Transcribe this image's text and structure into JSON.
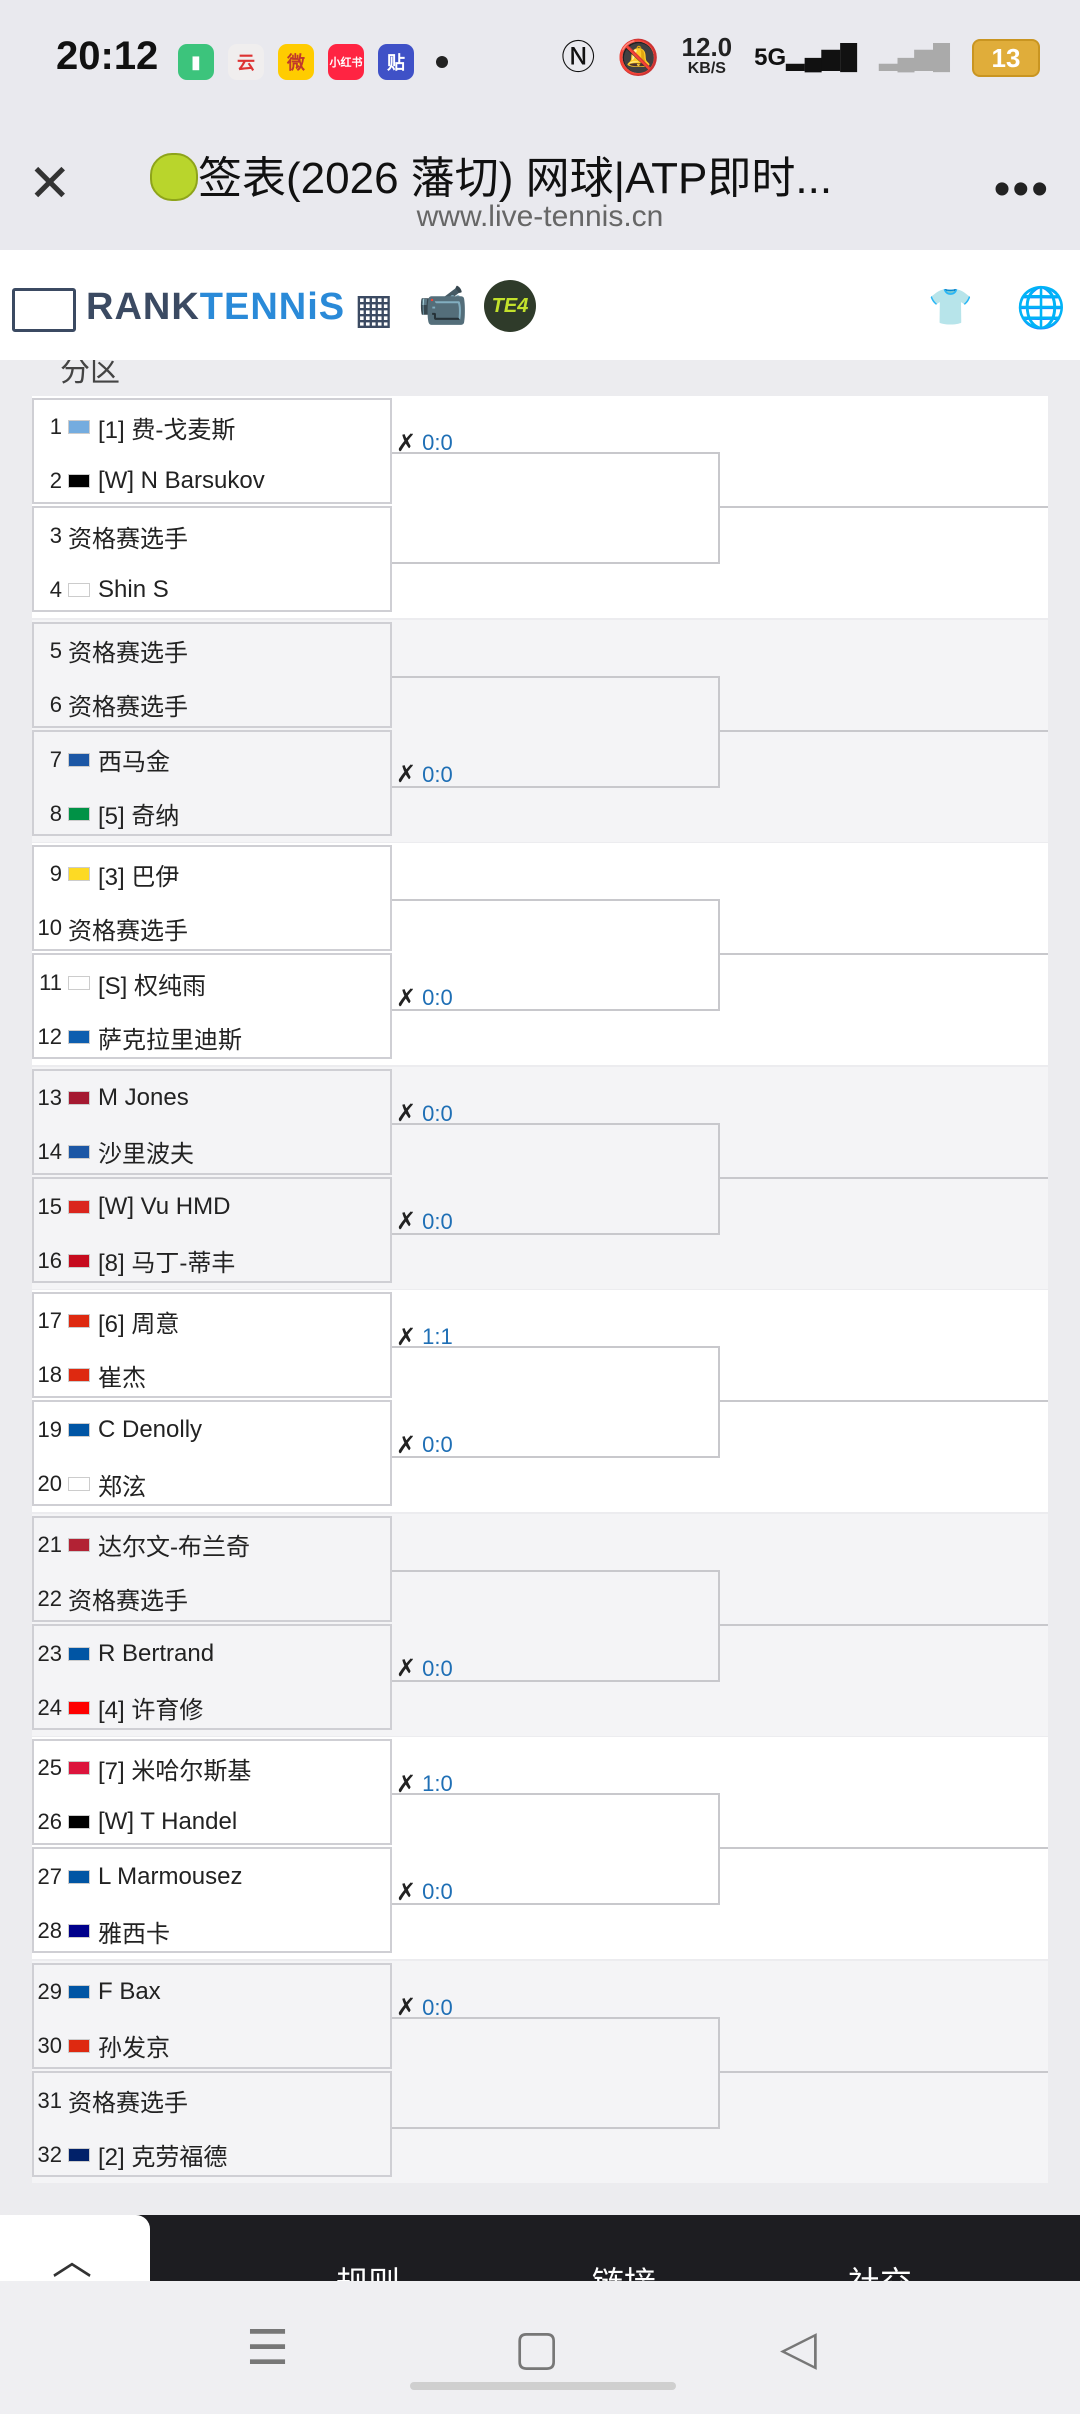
{
  "status_bar": {
    "time": "20:12",
    "net_speed_value": "12.0",
    "net_speed_unit": "KB/S",
    "network": "5G",
    "battery": "13",
    "app_icons": [
      {
        "name": "battery-app-icon",
        "label": "▮",
        "color": "#3cc47c"
      },
      {
        "name": "cloud-app-icon",
        "label": "云",
        "color": "#f0eeee"
      },
      {
        "name": "weibo-app-icon",
        "label": "微",
        "color": "#ffcc00"
      },
      {
        "name": "xiaohongshu-app-icon",
        "label": "小红书",
        "color": "#ff2442"
      },
      {
        "name": "tieba-app-icon",
        "label": "贴",
        "color": "#3f51c7"
      }
    ]
  },
  "browser": {
    "title": "签表(2026 藩切) 网球|ATP即时...",
    "url": "www.live-tennis.cn",
    "close_icon": "close-icon",
    "more_icon": "more-icon"
  },
  "site_nav": {
    "logo_main": "RANKTENNIS",
    "logo_prefix": "RANK",
    "logo_suffix": "TENNiS",
    "te4_label": "TE4"
  },
  "draw": {
    "section_label": "分区",
    "players": [
      {
        "num": "1",
        "flag": "ARG",
        "name": "[1] 费-戈麦斯"
      },
      {
        "num": "2",
        "flag": "GER",
        "name": "[W] N Barsukov"
      },
      {
        "num": "3",
        "flag": "",
        "name": "资格赛选手"
      },
      {
        "num": "4",
        "flag": "KOR",
        "name": "Shin S"
      },
      {
        "num": "5",
        "flag": "",
        "name": "资格赛选手"
      },
      {
        "num": "6",
        "flag": "",
        "name": "资格赛选手"
      },
      {
        "num": "7",
        "flag": "RUS",
        "name": "西马金"
      },
      {
        "num": "8",
        "flag": "ITA",
        "name": "[5] 奇纳"
      },
      {
        "num": "9",
        "flag": "BEL",
        "name": "[3] 巴伊"
      },
      {
        "num": "10",
        "flag": "",
        "name": "资格赛选手"
      },
      {
        "num": "11",
        "flag": "KOR",
        "name": "[S] 权纯雨"
      },
      {
        "num": "12",
        "flag": "GRE",
        "name": "萨克拉里迪斯"
      },
      {
        "num": "13",
        "flag": "THA",
        "name": "M Jones"
      },
      {
        "num": "14",
        "flag": "RUS",
        "name": "沙里波夫"
      },
      {
        "num": "15",
        "flag": "VIE",
        "name": "[W] Vu HMD"
      },
      {
        "num": "16",
        "flag": "ESP",
        "name": "[8] 马丁-蒂丰"
      },
      {
        "num": "17",
        "flag": "CHN",
        "name": "[6] 周意"
      },
      {
        "num": "18",
        "flag": "CHN",
        "name": "崔杰"
      },
      {
        "num": "19",
        "flag": "FRA",
        "name": "C Denolly"
      },
      {
        "num": "20",
        "flag": "KOR",
        "name": "郑泫"
      },
      {
        "num": "21",
        "flag": "USA",
        "name": "达尔文-布兰奇"
      },
      {
        "num": "22",
        "flag": "",
        "name": "资格赛选手"
      },
      {
        "num": "23",
        "flag": "FRA",
        "name": "R Bertrand"
      },
      {
        "num": "24",
        "flag": "TPE",
        "name": "[4] 许育修"
      },
      {
        "num": "25",
        "flag": "POL",
        "name": "[7] 米哈尔斯基"
      },
      {
        "num": "26",
        "flag": "GER",
        "name": "[W] T Handel"
      },
      {
        "num": "27",
        "flag": "FRA",
        "name": "L Marmousez"
      },
      {
        "num": "28",
        "flag": "AUS",
        "name": "雅西卡"
      },
      {
        "num": "29",
        "flag": "FRA",
        "name": "F Bax"
      },
      {
        "num": "30",
        "flag": "CHN",
        "name": "孙发京"
      },
      {
        "num": "31",
        "flag": "",
        "name": "资格赛选手"
      },
      {
        "num": "32",
        "flag": "GBR",
        "name": "[2] 克劳福德"
      }
    ],
    "scores": [
      {
        "after_player": 1,
        "text": "0:0"
      },
      {
        "after_player": 7,
        "text": "0:0"
      },
      {
        "after_player": 11,
        "text": "0:0"
      },
      {
        "after_player": 13,
        "text": "0:0"
      },
      {
        "after_player": 15,
        "text": "0:0"
      },
      {
        "after_player": 17,
        "text": "1:1"
      },
      {
        "after_player": 19,
        "text": "0:0"
      },
      {
        "after_player": 23,
        "text": "0:0"
      },
      {
        "after_player": 25,
        "text": "1:0"
      },
      {
        "after_player": 27,
        "text": "0:0"
      },
      {
        "after_player": 29,
        "text": "0:0"
      }
    ],
    "flag_colors": {
      "ARG": "#74acdf",
      "GER": "#000000",
      "KOR": "#ffffff",
      "RUS": "#1c57a5",
      "ITA": "#009246",
      "BEL": "#fdda24",
      "GRE": "#0d5eaf",
      "THA": "#a51931",
      "VIE": "#da251d",
      "ESP": "#c60b1e",
      "CHN": "#de2910",
      "FRA": "#0055a4",
      "USA": "#b22234",
      "TPE": "#fe0000",
      "POL": "#dc143c",
      "AUS": "#00008b",
      "GBR": "#012169"
    }
  },
  "footer": {
    "links": [
      "规则",
      "链接",
      "社交"
    ],
    "up_icon": "chevron-up-icon"
  },
  "system_nav": {
    "menu_icon": "menu-icon",
    "home_icon": "home-square-icon",
    "back_icon": "back-triangle-icon"
  }
}
